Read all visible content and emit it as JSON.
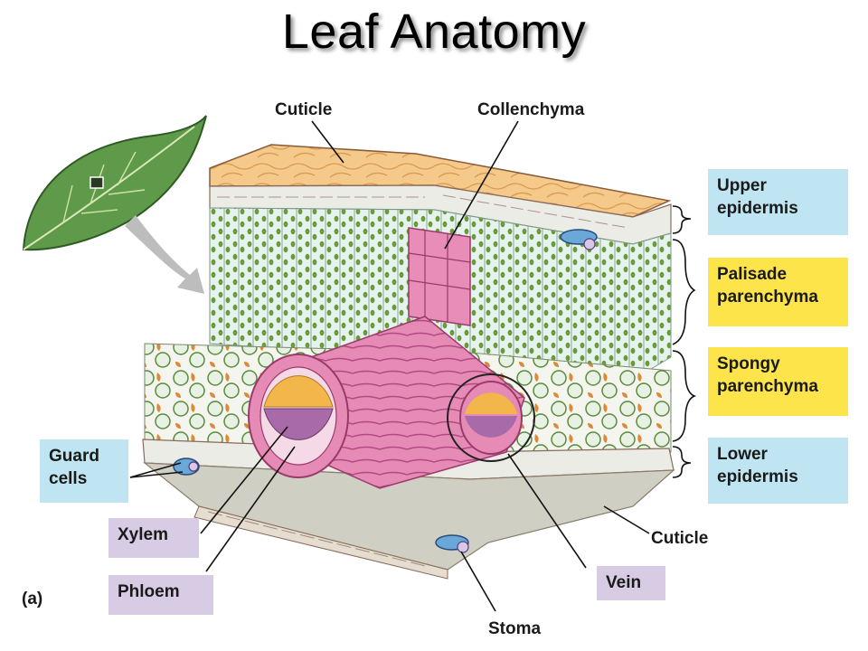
{
  "title": "Leaf Anatomy",
  "labels": {
    "cuticle_top": "Cuticle",
    "collenchyma": "Collenchyma",
    "upper_epidermis": [
      "Upper",
      "epidermis"
    ],
    "palisade": [
      "Palisade",
      "parenchyma"
    ],
    "spongy": [
      "Spongy",
      "parenchyma"
    ],
    "lower_epidermis": [
      "Lower",
      "epidermis"
    ],
    "guard_cells": [
      "Guard",
      "cells"
    ],
    "xylem": "Xylem",
    "phloem": "Phloem",
    "cuticle_bottom": "Cuticle",
    "vein": "Vein",
    "stoma": "Stoma",
    "figure_letter": "(a)"
  },
  "colors": {
    "blue_box": "#bfe5f2",
    "yellow_box": "#fde44a",
    "purple_box": "#d8cce4",
    "cuticle": "#f4c98a",
    "palisade": "#e4f1ea",
    "chloroplast": "#6a9a3a",
    "vein": "#e27fae",
    "xylem": "#f2b64a",
    "phloem": "#a86aa8",
    "spongy_cell": "#d98a3a"
  }
}
